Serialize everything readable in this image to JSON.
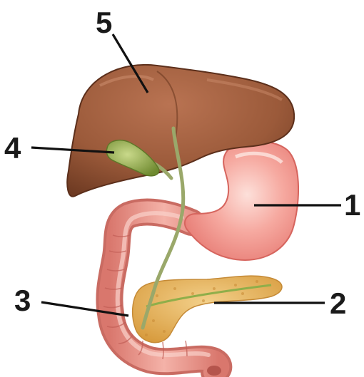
{
  "labels": [
    {
      "id": "stomach",
      "text": "1"
    },
    {
      "id": "pancreas",
      "text": "2"
    },
    {
      "id": "duodenum",
      "text": "3"
    },
    {
      "id": "gallbladder",
      "text": "4"
    },
    {
      "id": "liver",
      "text": "5"
    }
  ],
  "colors": {
    "liver": "#9b5a3a",
    "liver_shadow": "#6e3a22",
    "stomach": "#f08a84",
    "stomach_light": "#f9c2bb",
    "duodenum": "#e9948a",
    "pancreas": "#e2b35c",
    "gallbladder": "#8aa04a",
    "bile_duct": "#9aa86a",
    "label": "#1a1a1a"
  }
}
